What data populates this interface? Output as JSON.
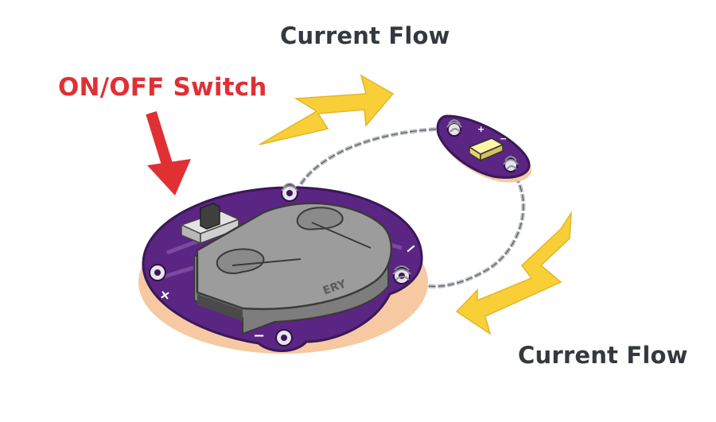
{
  "labels": {
    "current_flow_top": "Current Flow",
    "current_flow_bottom": "Current Flow",
    "switch": "ON/OFF Switch"
  },
  "board_markings": {
    "battery_text": "ERY",
    "plus_sign": "+",
    "minus_sign": "−"
  },
  "colors": {
    "label_dark": "#34383f",
    "label_red": "#e03034",
    "board_purple": "#5b2583",
    "board_edge": "#3a1858",
    "shadow": "#f6c9a2",
    "holder_gray": "#9c9c9c",
    "arrow_yellow": "#f9cf37"
  },
  "icons": [
    "red-arrow-icon",
    "yellow-zigzag-arrow-icon",
    "led-icon",
    "conductive-thread-icon"
  ]
}
